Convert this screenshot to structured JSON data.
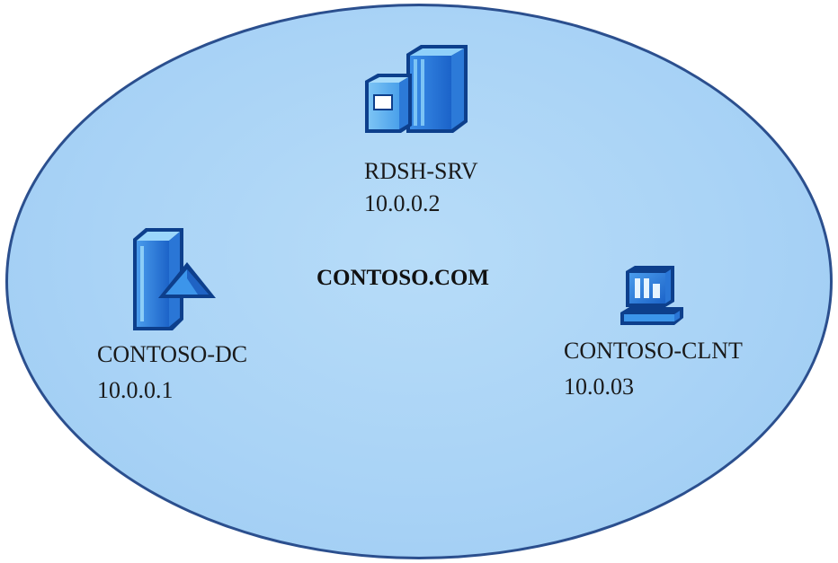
{
  "domain": {
    "label": "CONTOSO.COM",
    "fill_color": "#a9d3f6",
    "border_color": "#2b4f8e"
  },
  "nodes": [
    {
      "id": "rdsh-srv",
      "name": "RDSH-SRV",
      "ip": "10.0.0.2",
      "icon": "server-icon"
    },
    {
      "id": "contoso-dc",
      "name": "CONTOSO-DC",
      "ip": "10.0.0.1",
      "icon": "domain-controller-icon"
    },
    {
      "id": "contoso-clnt",
      "name": "CONTOSO-CLNT",
      "ip": "10.0.03",
      "icon": "client-computer-icon"
    }
  ],
  "icon_colors": {
    "primary_blue": "#1c6fd8",
    "light_blue": "#6ab8f0",
    "outline": "#0d3f8c"
  }
}
